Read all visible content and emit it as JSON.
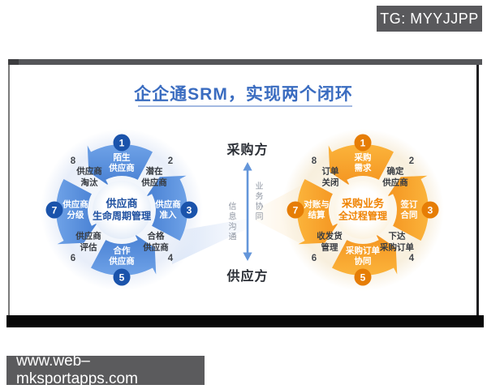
{
  "overlay": {
    "tg_badge": "TG: MYYJJPP",
    "site_badge": "www.web–mksportapps.com"
  },
  "slide": {
    "title": "企企通SRM，实现两个闭环",
    "buyer_label": "采购方",
    "supplier_label": "供应方",
    "flow_left_vertical": "信息沟通",
    "flow_right_vertical": "业务协同"
  },
  "supplier_cycle": {
    "center": {
      "line1": "供应商",
      "line2": "生命周期管理"
    },
    "arrows": [
      {
        "num": "1",
        "line1": "陌生",
        "line2": "供应商"
      },
      {
        "num": "3",
        "line1": "供应商",
        "line2": "准入"
      },
      {
        "num": "5",
        "line1": "合作",
        "line2": "供应商"
      },
      {
        "num": "7",
        "line1": "供应商",
        "line2": "分级"
      }
    ],
    "corners": [
      {
        "num": "2",
        "line1": "潜在",
        "line2": "供应商"
      },
      {
        "num": "4",
        "line1": "合格",
        "line2": "供应商"
      },
      {
        "num": "6",
        "line1": "供应商",
        "line2": "评估"
      },
      {
        "num": "8",
        "line1": "供应商",
        "line2": "淘汰"
      }
    ]
  },
  "procurement_cycle": {
    "center": {
      "line1": "采购业务",
      "line2": "全过程管理"
    },
    "arrows": [
      {
        "num": "1",
        "line1": "采购",
        "line2": "需求"
      },
      {
        "num": "3",
        "line1": "签订",
        "line2": "合同"
      },
      {
        "num": "5",
        "line1": "采购订单",
        "line2": "协同"
      },
      {
        "num": "7",
        "line1": "对账与",
        "line2": "结算"
      }
    ],
    "corners": [
      {
        "num": "2",
        "line1": "确定",
        "line2": "供应商"
      },
      {
        "num": "4",
        "line1": "下达",
        "line2": "采购订单"
      },
      {
        "num": "6",
        "line1": "收发货",
        "line2": "管理"
      },
      {
        "num": "8",
        "line1": "订单",
        "line2": "关闭"
      }
    ]
  },
  "colors": {
    "title_blue": "#3a6cc0",
    "supplier_blue": "#2d68c5",
    "supplier_badge_blue": "#1a53ab",
    "procurement_orange": "#f0820e",
    "procurement_badge_orange": "#e67d05",
    "flow_arrow_blue": "#6496da",
    "overlay_gray": "#59595c"
  }
}
